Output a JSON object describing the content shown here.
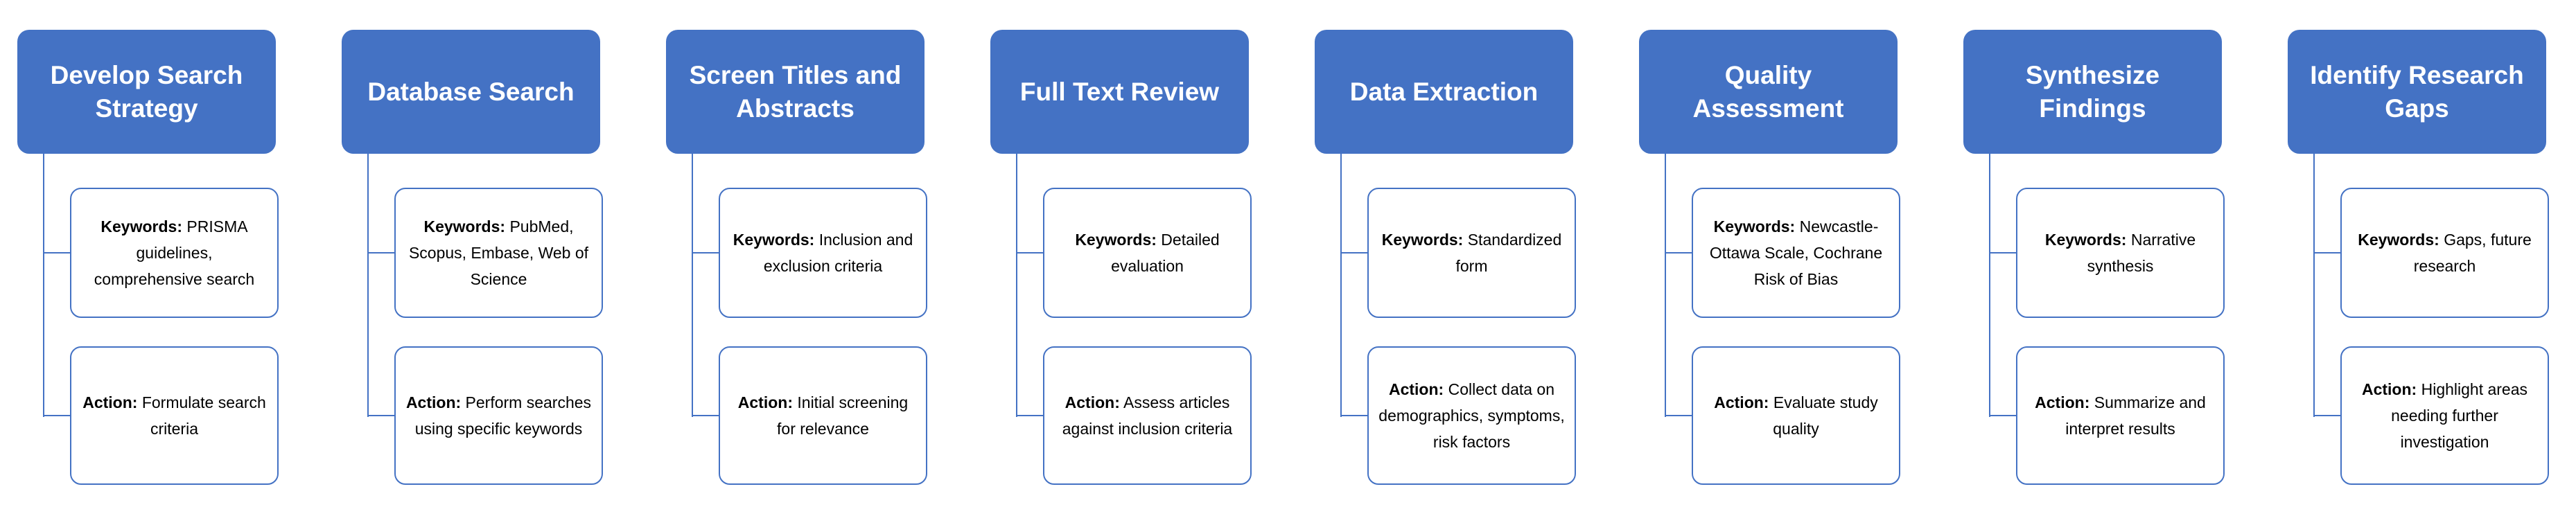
{
  "diagram": {
    "accent_color": "#4472C4",
    "columns": [
      {
        "title": "Develop Search Strategy",
        "keywords_label": "Keywords:",
        "keywords_text": "PRISMA guidelines, comprehensive search",
        "action_label": "Action:",
        "action_text": "Formulate search criteria"
      },
      {
        "title": "Database Search",
        "keywords_label": "Keywords:",
        "keywords_text": "PubMed, Scopus, Embase, Web of Science",
        "action_label": "Action:",
        "action_text": "Perform searches using specific keywords"
      },
      {
        "title": "Screen Titles and Abstracts",
        "keywords_label": "Keywords:",
        "keywords_text": "Inclusion and exclusion criteria",
        "action_label": "Action:",
        "action_text": "Initial screening for relevance"
      },
      {
        "title": "Full Text Review",
        "keywords_label": "Keywords:",
        "keywords_text": "Detailed evaluation",
        "action_label": "Action:",
        "action_text": "Assess articles against inclusion criteria"
      },
      {
        "title": "Data Extraction",
        "keywords_label": "Keywords:",
        "keywords_text": "Standardized form",
        "action_label": "Action:",
        "action_text": "Collect data on demographics, symptoms, risk factors"
      },
      {
        "title": "Quality Assessment",
        "keywords_label": "Keywords:",
        "keywords_text": "Newcastle- Ottawa Scale, Cochrane Risk of Bias",
        "action_label": "Action:",
        "action_text": "Evaluate study quality"
      },
      {
        "title": "Synthesize Findings",
        "keywords_label": "Keywords:",
        "keywords_text": "Narrative synthesis",
        "action_label": "Action:",
        "action_text": "Summarize and interpret results"
      },
      {
        "title": "Identify Research Gaps",
        "keywords_label": "Keywords:",
        "keywords_text": "Gaps, future research",
        "action_label": "Action:",
        "action_text": "Highlight areas needing further investigation"
      }
    ]
  }
}
